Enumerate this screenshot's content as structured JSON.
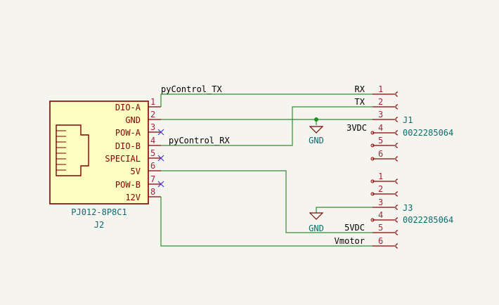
{
  "j2": {
    "value": "PJ012-8P8C1",
    "ref": "J2",
    "pins": [
      {
        "num": "1",
        "label": "DIO-A"
      },
      {
        "num": "2",
        "label": "GND"
      },
      {
        "num": "3",
        "label": "POW-A"
      },
      {
        "num": "4",
        "label": "DIO-B"
      },
      {
        "num": "5",
        "label": "SPECIAL"
      },
      {
        "num": "6",
        "label": "5V"
      },
      {
        "num": "7",
        "label": "POW-B"
      },
      {
        "num": "8",
        "label": "12V"
      }
    ]
  },
  "j1": {
    "ref": "J1",
    "value": "0022285064",
    "pins": [
      "1",
      "2",
      "3",
      "4",
      "5",
      "6"
    ],
    "nets": [
      "RX",
      "TX",
      "",
      "3VDC",
      "",
      ""
    ]
  },
  "j3": {
    "ref": "J3",
    "value": "0022285064",
    "pins": [
      "1",
      "2",
      "3",
      "4",
      "5",
      "6"
    ],
    "nets": [
      "",
      "",
      "",
      "",
      "5VDC",
      "Vmotor"
    ]
  },
  "labels": {
    "tx": "pyControl_TX",
    "rx": "pyControl_RX",
    "gnd1": "GND",
    "gnd2": "GND"
  }
}
